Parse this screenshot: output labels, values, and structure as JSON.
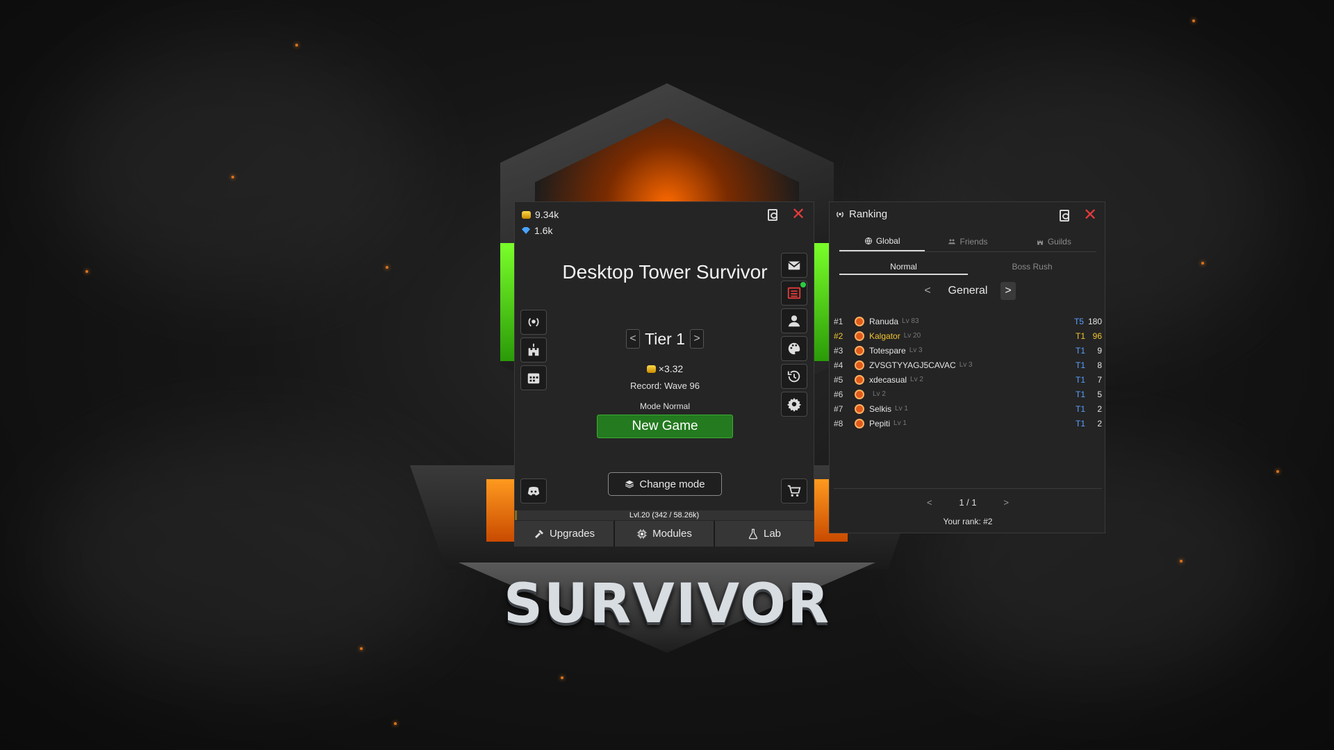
{
  "logo": {
    "text": "SURVIVOR"
  },
  "main": {
    "coins": "9.34k",
    "gems": "1.6k",
    "title": "Desktop Tower Survivor",
    "tier_label": "Tier 1",
    "tier_prev": "<",
    "tier_next": ">",
    "multiplier": "×3.32",
    "record": "Record: Wave 96",
    "mode": "Mode Normal",
    "new_game": "New Game",
    "change_mode": "Change mode",
    "level_text": "Lvl.20  (342 / 58.26k)",
    "level_progress": 0.006,
    "nav": [
      {
        "label": "Upgrades",
        "icon": "hammer-icon"
      },
      {
        "label": "Modules",
        "icon": "chip-icon"
      },
      {
        "label": "Lab",
        "icon": "flask-icon"
      }
    ],
    "left_buttons": [
      "laurel-icon",
      "castle-icon",
      "calendar-icon"
    ],
    "right_buttons": [
      "mail-icon",
      "list-icon",
      "user-icon",
      "palette-icon",
      "history-icon",
      "gear-icon"
    ],
    "discord_icon": "discord-icon",
    "shop_icon": "cart-icon"
  },
  "ranking": {
    "title": "Ranking",
    "tabs": [
      "Global",
      "Friends",
      "Guilds"
    ],
    "subtabs": [
      "Normal",
      "Boss Rush"
    ],
    "category": "General",
    "cat_prev": "<",
    "cat_next": ">",
    "rows": [
      {
        "pos": "#1",
        "name": "Ranuda",
        "lv": "Lv 83",
        "tier": "T5",
        "score": "180"
      },
      {
        "pos": "#2",
        "name": "Kalgator",
        "lv": "Lv 20",
        "tier": "T1",
        "score": "96"
      },
      {
        "pos": "#3",
        "name": "Totespare",
        "lv": "Lv 3",
        "tier": "T1",
        "score": "9"
      },
      {
        "pos": "#4",
        "name": "ZVSGTYYAGJ5CAVAC",
        "lv": "Lv 3",
        "tier": "T1",
        "score": "8"
      },
      {
        "pos": "#5",
        "name": "xdecasual",
        "lv": "Lv 2",
        "tier": "T1",
        "score": "7"
      },
      {
        "pos": "#6",
        "name": "",
        "lv": "Lv 2",
        "tier": "T1",
        "score": "5"
      },
      {
        "pos": "#7",
        "name": "Selkis",
        "lv": "Lv 1",
        "tier": "T1",
        "score": "2"
      },
      {
        "pos": "#8",
        "name": "Pepiti",
        "lv": "Lv 1",
        "tier": "T1",
        "score": "2"
      }
    ],
    "page": "1 / 1",
    "page_prev": "<",
    "page_next": ">",
    "your_rank": "Your rank: #2"
  },
  "colors": {
    "accent_green": "#237a1f",
    "close_red": "#e23b3b",
    "highlight_gold": "#f2c531",
    "tier_blue": "#5aa0ff"
  }
}
